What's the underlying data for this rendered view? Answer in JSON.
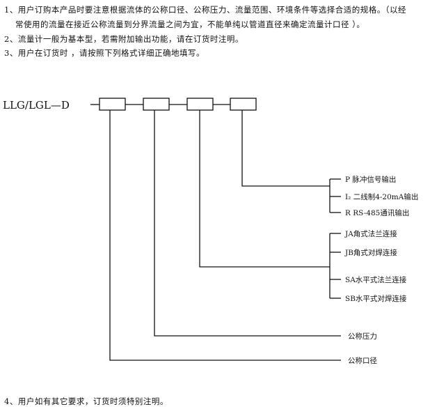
{
  "notes": {
    "n1a": "1、用户订购本产品时要注意根据流体的公称口径、公称压力、流量范围、环境条件等选择合适的规格。（以经",
    "n1b": "常使用的流量在接近公称流量到分界流量之间为宜，不能单纯以管道直径来确定流量计口径 ）。",
    "n2": "2、流量计一般为基本型，若需附加输出功能，请在订货时注明。",
    "n3": "3、用户在订货时 ，请按照下列格式详细正确地填写。",
    "n4": "4、用户如有其它要求，订货时须特别注明。"
  },
  "model": {
    "prefix": "LLG/LGL—D",
    "output": [
      "P  脉冲信号输出",
      "I₂ 二线制4-20mA输出",
      "R  RS-485通讯输出"
    ],
    "connection": [
      "JA角式法兰连接",
      "JB角式对焊连接",
      "SA水平式法兰连接",
      "SB水平式对焊连接"
    ],
    "pressure": "公称压力",
    "diameter": "公称口径"
  }
}
